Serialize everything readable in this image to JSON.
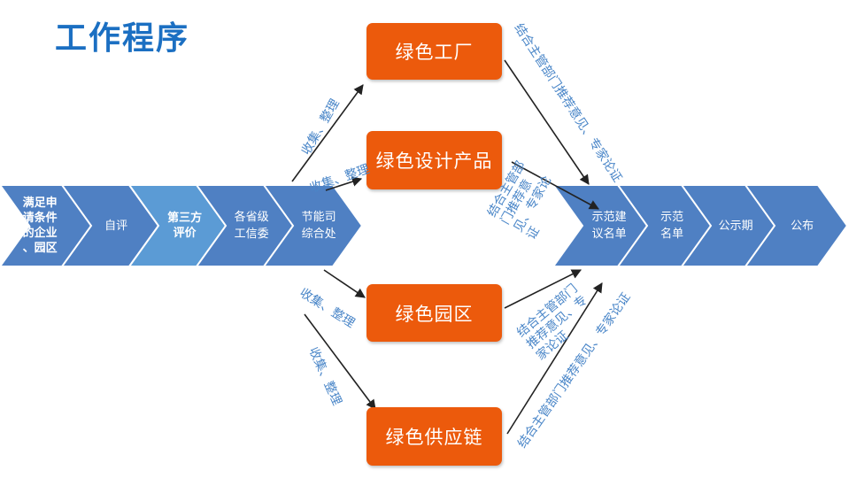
{
  "title": "工作程序",
  "chain_left": [
    {
      "label": "满足申\n请条件\n的企业\n、园区",
      "bold": true
    },
    {
      "label": "自评",
      "bold": false
    },
    {
      "label": "第三方\n评价",
      "bold": true
    },
    {
      "label": "各省级\n工信委",
      "bold": false
    },
    {
      "label": "节能司\n综合处",
      "bold": false
    }
  ],
  "chain_right": [
    {
      "label": "示范建\n议名单",
      "bold": false
    },
    {
      "label": "示范\n名单",
      "bold": false
    },
    {
      "label": "公示期",
      "bold": false
    },
    {
      "label": "公布",
      "bold": false
    }
  ],
  "categories": {
    "factory": "绿色工厂",
    "product": "绿色设计产品",
    "park": "绿色园区",
    "supply": "绿色供应链"
  },
  "notes": {
    "collect_factory": "收集、整理",
    "collect_product": "收集、整理",
    "collect_park": "收集、整理",
    "collect_supply": "收集、整理",
    "review_factory": "结合主管部门推荐意见、专家论证",
    "review_product": "结合主管部\n门推荐意\n见、专家论\n证",
    "review_park": "结合主管部门\n推荐意见、专\n家论证",
    "review_supply": "结合主管部门推荐意见、专家论证"
  },
  "colors": {
    "chevron_dark": "#4f80c3",
    "chevron_light": "#5b9bd5",
    "box_orange": "#ec5a0c",
    "title_blue": "#1b6fc2",
    "note_blue": "#4a86c8"
  }
}
